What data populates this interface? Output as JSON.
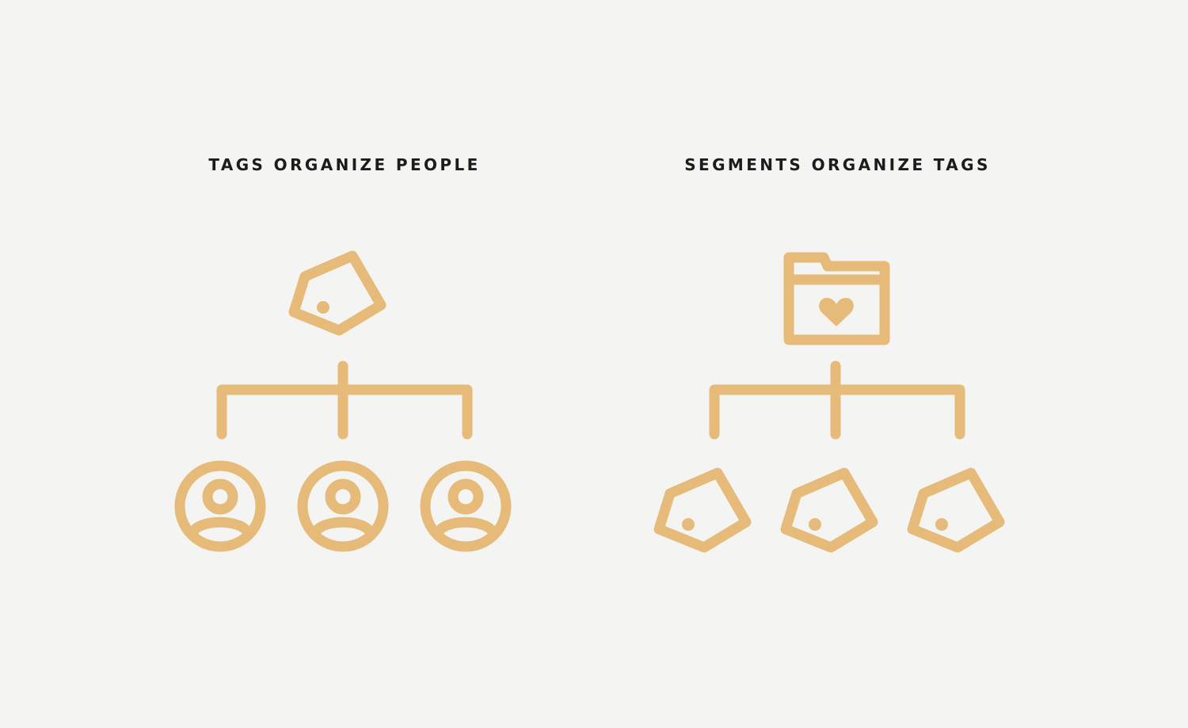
{
  "colors": {
    "background": "#f4f4f3",
    "accent": "#e6bb79",
    "title_text": "#1c1c1c"
  },
  "panels": [
    {
      "title": "TAGS ORGANIZE PEOPLE",
      "parent_icon": "tag-icon",
      "child_icon": "person-circle-icon",
      "child_count": 3
    },
    {
      "title": "SEGMENTS ORGANIZE TAGS",
      "parent_icon": "folder-heart-icon",
      "child_icon": "tag-icon",
      "child_count": 3
    }
  ]
}
